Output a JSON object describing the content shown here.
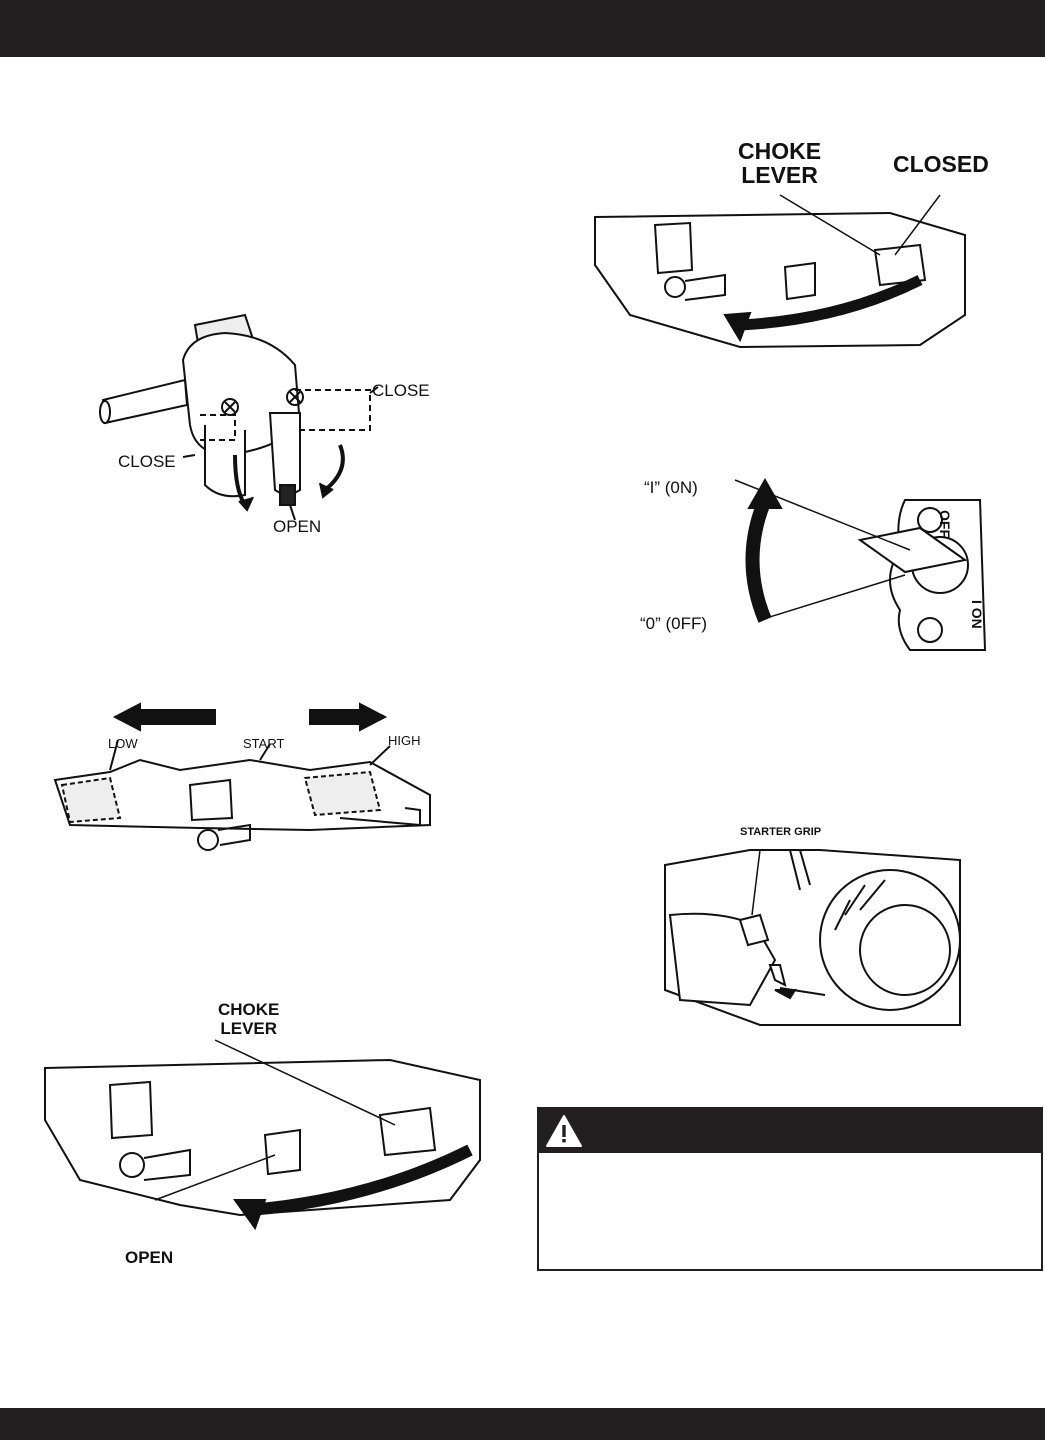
{
  "fuel_valve": {
    "close_right": "CLOSE",
    "close_left": "CLOSE",
    "open": "OPEN"
  },
  "throttle": {
    "low": "LOW",
    "start": "START",
    "high": "HIGH"
  },
  "choke_open": {
    "lever": "CHOKE\nLEVER",
    "open": "OPEN"
  },
  "choke_closed": {
    "lever": "CHOKE\nLEVER",
    "closed": "CLOSED"
  },
  "engine_switch": {
    "on_label": "“I” (0N)",
    "off_label": "“0” (0FF)",
    "plate_off": "OFF",
    "plate_on": "I ON"
  },
  "starter": {
    "grip": "STARTER GRIP"
  },
  "warning": {
    "icon": "warning-triangle-icon"
  }
}
